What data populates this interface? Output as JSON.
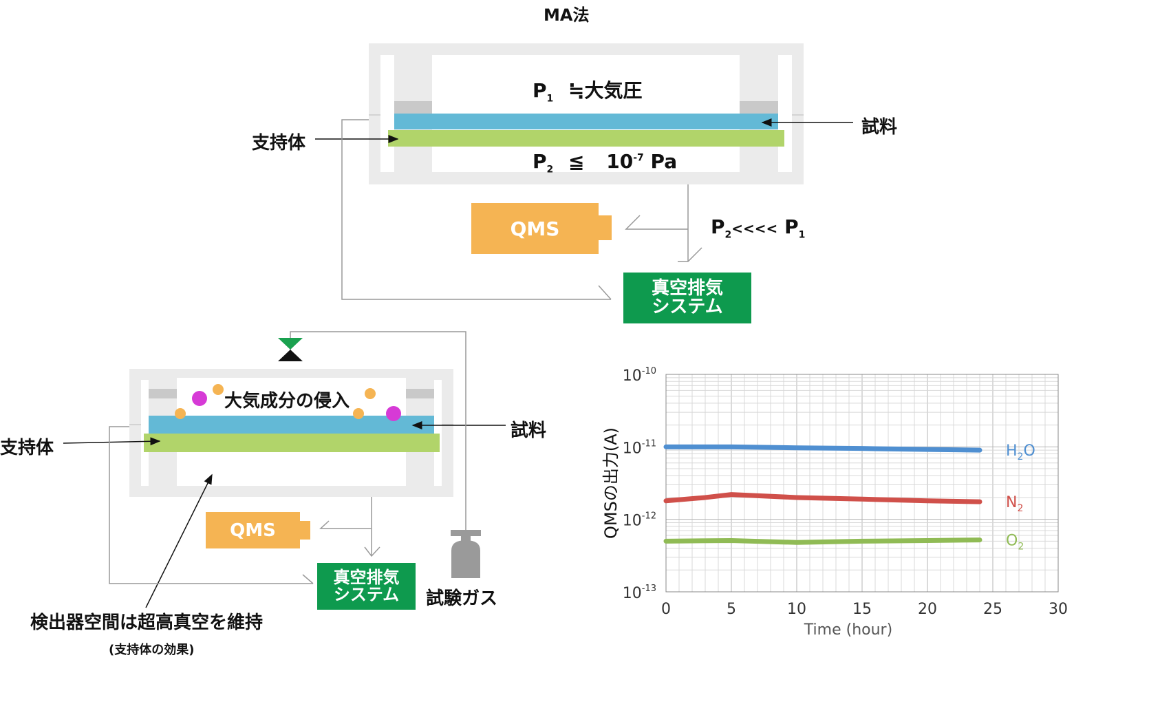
{
  "title": "MA法",
  "top": {
    "p1": "P",
    "p1_sub": "1",
    "p1_rel": "≒大気圧",
    "p2": "P",
    "p2_sub": "2",
    "p2_rel": "≦",
    "p2_val": "10",
    "p2_exp": "-7",
    "p2_unit": "Pa",
    "support_label": "支持体",
    "sample_label": "試料",
    "qms_label": "QMS",
    "pressure_cmp_a": "P",
    "pressure_cmp_a_sub": "2",
    "pressure_cmp_op": "<<<<",
    "pressure_cmp_b": "P",
    "pressure_cmp_b_sub": "1",
    "exhaust_line1": "真空排気",
    "exhaust_line2": "システム"
  },
  "bottom": {
    "intrusion_label": "大気成分の侵入",
    "support_label": "支持体",
    "sample_label": "試料",
    "qms_label": "QMS",
    "exhaust_line1": "真空排気",
    "exhaust_line2": "システム",
    "gas_label": "試験ガス",
    "note_main": "検出器空間は超高真空を維持",
    "note_sub": "(支持体の効果)"
  },
  "colors": {
    "sample": "#63b9d6",
    "support": "#b1d46a",
    "qms": "#f5b453",
    "exhaust": "#0e9a4e",
    "chamber": "#ebebeb",
    "pink": "#d63ad6",
    "orange_dot": "#f5b453",
    "valve_green": "#1aa14f"
  },
  "chart_data": {
    "type": "line",
    "xlabel": "Time (hour)",
    "ylabel": "QMSの出力(A)",
    "xlim": [
      0,
      30
    ],
    "ylim": [
      1e-13,
      1e-10
    ],
    "yscale": "log",
    "x_ticks": [
      "0",
      "5",
      "10",
      "15",
      "20",
      "25",
      "30"
    ],
    "y_ticks": [
      {
        "base": "10",
        "exp": "-10"
      },
      {
        "base": "10",
        "exp": "-11"
      },
      {
        "base": "10",
        "exp": "-12"
      },
      {
        "base": "10",
        "exp": "-13"
      }
    ],
    "grid": true,
    "series": [
      {
        "name": "H2O",
        "label_main": "H",
        "label_sub": "2",
        "label_tail": "O",
        "color": "#4f8fd1",
        "x": [
          0,
          5,
          10,
          15,
          20,
          24
        ],
        "y": [
          1e-11,
          1e-11,
          9.7e-12,
          9.5e-12,
          9.2e-12,
          9e-12
        ]
      },
      {
        "name": "N2",
        "label_main": "N",
        "label_sub": "2",
        "label_tail": "",
        "color": "#d0504a",
        "x": [
          0,
          3,
          5,
          10,
          15,
          20,
          24
        ],
        "y": [
          1.8e-12,
          2e-12,
          2.2e-12,
          2e-12,
          1.9e-12,
          1.8e-12,
          1.75e-12
        ]
      },
      {
        "name": "O2",
        "label_main": "O",
        "label_sub": "2",
        "label_tail": "",
        "color": "#90bb55",
        "x": [
          0,
          5,
          10,
          15,
          20,
          24
        ],
        "y": [
          5e-13,
          5.1e-13,
          4.8e-13,
          5e-13,
          5.1e-13,
          5.2e-13
        ]
      }
    ]
  }
}
